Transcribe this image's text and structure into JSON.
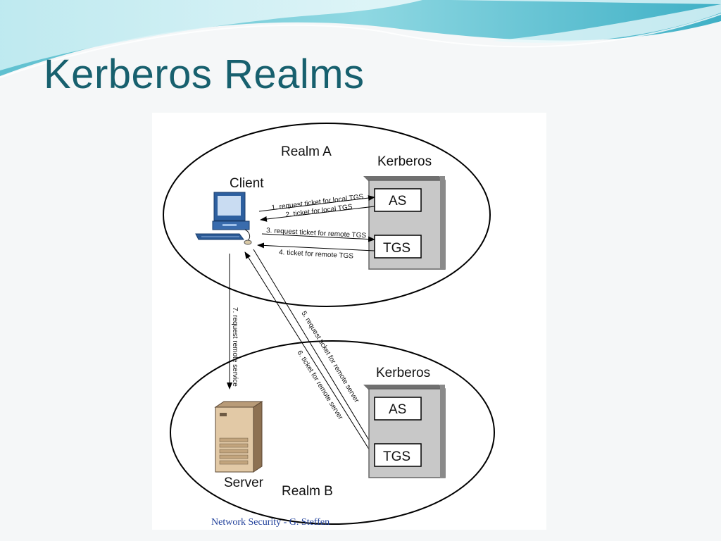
{
  "slide": {
    "title": "Kerberos Realms",
    "footer": "Network Security - G. Steffen",
    "accent_color": "#17606e"
  },
  "diagram": {
    "realm_a": {
      "label": "Realm A",
      "client_label": "Client",
      "kerberos_label": "Kerberos",
      "as_label": "AS",
      "tgs_label": "TGS"
    },
    "realm_b": {
      "label": "Realm B",
      "server_label": "Server",
      "kerberos_label": "Kerberos",
      "as_label": "AS",
      "tgs_label": "TGS"
    },
    "messages": [
      "1. request ticket for local TGS",
      "2. ticket for local TGS",
      "3. request ticket for remote TGS",
      "4. ticket for remote TGS",
      "5. request ticket for remote server",
      "6. ticket for remote server",
      "7. request remote service"
    ],
    "icons": [
      "desktop-computer-icon",
      "server-tower-icon"
    ]
  }
}
